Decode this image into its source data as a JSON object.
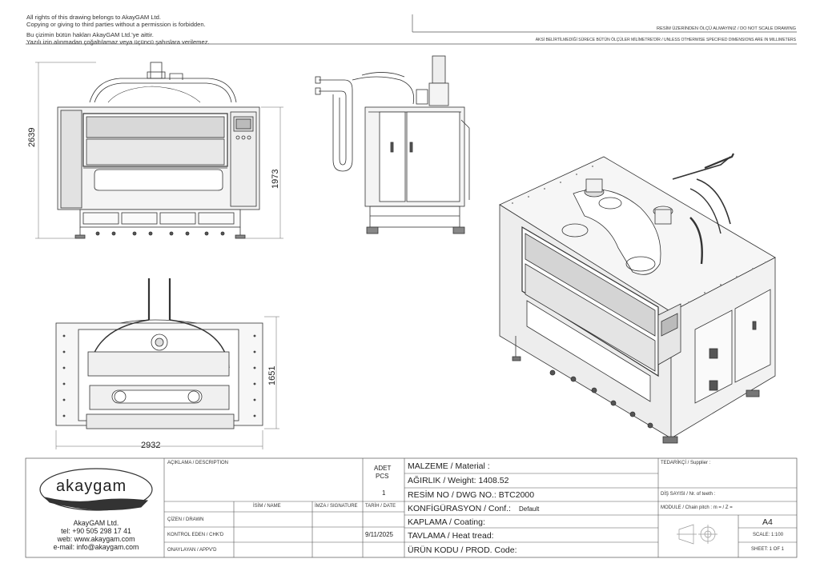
{
  "header": {
    "notice_en_1": "All rights of this drawing belongs to AkayGAM Ltd.",
    "notice_en_2": "Copying or giving to third parties without a permission is forbidden.",
    "notice_tr_1": "Bu çizimin bütün hakları AkayGAM Ltd.'ye aittir.",
    "notice_tr_2": "Yazılı izin alınmadan çoğaltılamaz veya üçüncü şahıslara verilemez.",
    "scale_note": "RESİM ÜZERİNDEN ÖLÇÜ ALMAYINIZ / DO NOT SCALE DRAWING",
    "units_note": "AKSİ BELİRTİLMEDİĞİ SÜRECE BÜTÜN ÖLÇÜLER MİLİMETRE'DİR / UNLESS OTHERWISE SPECIFIED DIMENSIONS ARE IN MILLIMETERS"
  },
  "dimensions": {
    "height_total": "2639",
    "height_body": "1973",
    "depth": "1651",
    "width": "2932"
  },
  "title_block": {
    "logo_text": "akaygam",
    "company": "AkayGAM Ltd.",
    "tel": "tel: +90 505 298 17 41",
    "web": "web: www.akaygam.com",
    "email": "e-mail: info@akaygam.com",
    "description_label": "AÇIKLAMA / DESCRIPTION",
    "qty_label_1": "ADET",
    "qty_label_2": "PCS",
    "qty_value": "1",
    "col_name": "İSİM / NAME",
    "col_signature": "İMZA / SIGNATURE",
    "col_date": "TARİH / DATE",
    "row_drawn": "ÇİZEN / DRAWN",
    "row_checked": "KONTROL EDEN / CHK'D",
    "row_approved": "ONAYLAYAN / APPV'D",
    "checked_date": "9/11/2025",
    "material": "MALZEME / Material :",
    "weight": "AĞIRLIK / Weight: 1408.52",
    "dwg_no": "RESİM NO / DWG NO.: BTC2000",
    "conf_label": "KONFİGÜRASYON / Conf.:",
    "conf_value": "Default",
    "coating": "KAPLAMA / Coating:",
    "heat_tread": "TAVLAMA / Heat tread:",
    "prod_code": "ÜRÜN KODU / PROD. Code:",
    "supplier": "TEDARİKÇİ / Supplier :",
    "teeth": "DİŞ SAYISI / Nr. of teeth :",
    "module": "MODULE / Chain pitch : m =  / Z =",
    "paper": "A4",
    "scale": "SCALE: 1:100",
    "sheet": "SHEET: 1 OF 1"
  }
}
